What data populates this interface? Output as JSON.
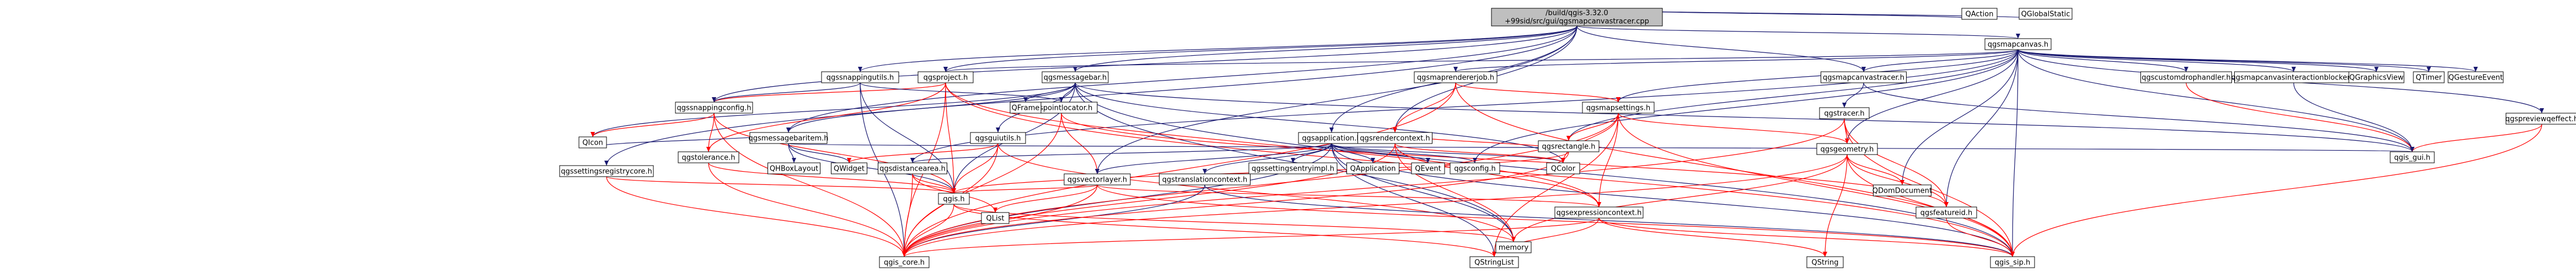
{
  "colors": {
    "root_fill": "#bfbfbf",
    "node_fill": "#ffffff",
    "node_border": "#000000",
    "linked_border": "#ff0000",
    "dep_border": "#bfbfbf",
    "edge_default": "#191970",
    "edge_red": "#ff0000"
  },
  "graph": {
    "nodes": [
      {
        "id": "root",
        "label": "/build/qgis-3.32.0+99sid/src/gui/qgsmapcanvastracer.cpp",
        "kind": "root"
      },
      {
        "id": "qgsmapcanvas_h",
        "label": "qgsmapcanvas.h",
        "kind": "plain"
      },
      {
        "id": "qaction",
        "label": "QAction",
        "kind": "dep"
      },
      {
        "id": "qglobalstatic",
        "label": "QGlobalStatic",
        "kind": "dep"
      },
      {
        "id": "qgsproject_h",
        "label": "qgsproject.h",
        "kind": "linked"
      },
      {
        "id": "qgsmessagebar_h",
        "label": "qgsmessagebar.h",
        "kind": "plain"
      },
      {
        "id": "qgssnappingutils_h",
        "label": "qgssnappingutils.h",
        "kind": "plain"
      },
      {
        "id": "qgsmaprendererjob_h",
        "label": "qgsmaprendererjob.h",
        "kind": "linked"
      },
      {
        "id": "qgsmapcanvastracer_h",
        "label": "qgsmapcanvastracer.h",
        "kind": "plain"
      },
      {
        "id": "qgscustomdrophandler_h",
        "label": "qgscustomdrophandler.h",
        "kind": "linked"
      },
      {
        "id": "qgsmapcanvasinteractionblocker_h",
        "label": "qgsmapcanvasinteractionblocker.h",
        "kind": "plain"
      },
      {
        "id": "qgraphicsview",
        "label": "QGraphicsView",
        "kind": "dep"
      },
      {
        "id": "qtimer",
        "label": "QTimer",
        "kind": "dep"
      },
      {
        "id": "qgestureevent",
        "label": "QGestureEvent",
        "kind": "dep"
      },
      {
        "id": "qgspreviewqeffect_h",
        "label": "qgspreviewqeffect.h",
        "kind": "linked"
      },
      {
        "id": "qgssnappingconfig_h",
        "label": "qgssnappingconfig.h",
        "kind": "linked"
      },
      {
        "id": "qgspointlocator_h",
        "label": "qgspointlocator.h",
        "kind": "linked"
      },
      {
        "id": "qgsmessagebaritem_h",
        "label": "qgsmessagebaritem.h",
        "kind": "plain"
      },
      {
        "id": "qframe",
        "label": "QFrame",
        "kind": "dep"
      },
      {
        "id": "qgsguiutils_h",
        "label": "qgsguiutils.h",
        "kind": "linked"
      },
      {
        "id": "qgsapplication_h",
        "label": "qgsapplication.h",
        "kind": "plain"
      },
      {
        "id": "qgsrendercontext_h",
        "label": "qgsrendercontext.h",
        "kind": "linked"
      },
      {
        "id": "qgsmapsettings_h",
        "label": "qgsmapsettings.h",
        "kind": "linked"
      },
      {
        "id": "qgstracer_h",
        "label": "qgstracer.h",
        "kind": "linked"
      },
      {
        "id": "qgsgeometry_h",
        "label": "qgsgeometry.h",
        "kind": "linked"
      },
      {
        "id": "qgsvectorlayer_h",
        "label": "qgsvectorlayer.h",
        "kind": "linked"
      },
      {
        "id": "qgsdistancearea_h",
        "label": "qgsdistancearea.h",
        "kind": "linked"
      },
      {
        "id": "qgstranslationcontext_h",
        "label": "qgstranslationcontext.h",
        "kind": "plain"
      },
      {
        "id": "qgssettingsentryimpl_h",
        "label": "qgssettingsentryimpl.h",
        "kind": "linked"
      },
      {
        "id": "qapplication",
        "label": "QApplication",
        "kind": "dep"
      },
      {
        "id": "qevent",
        "label": "QEvent",
        "kind": "dep"
      },
      {
        "id": "qgsconfig_h",
        "label": "qgsconfig.h",
        "kind": "dep"
      },
      {
        "id": "qcolor",
        "label": "QColor",
        "kind": "dep"
      },
      {
        "id": "qgsrectangle_h",
        "label": "qgsrectangle.h",
        "kind": "linked"
      },
      {
        "id": "qgssettingsregistrycore_h",
        "label": "qgssettingsregistrycore.h",
        "kind": "linked"
      },
      {
        "id": "qgstolerance_h",
        "label": "qgstolerance.h",
        "kind": "linked"
      },
      {
        "id": "qhboxlayout",
        "label": "QHBoxLayout",
        "kind": "dep"
      },
      {
        "id": "qwidget",
        "label": "QWidget",
        "kind": "dep"
      },
      {
        "id": "qicon",
        "label": "QIcon",
        "kind": "dep"
      },
      {
        "id": "qgis_h",
        "label": "qgis.h",
        "kind": "linked"
      },
      {
        "id": "qlist",
        "label": "QList",
        "kind": "dep"
      },
      {
        "id": "qgsexpressioncontext_h",
        "label": "qgsexpressioncontext.h",
        "kind": "linked"
      },
      {
        "id": "qgsfeatureid_h",
        "label": "qgsfeatureid.h",
        "kind": "linked"
      },
      {
        "id": "qdomdocument",
        "label": "QDomDocument",
        "kind": "dep"
      },
      {
        "id": "qgis_gui_h",
        "label": "qgis_gui.h",
        "kind": "dep"
      },
      {
        "id": "qgis_core_h",
        "label": "qgis_core.h",
        "kind": "dep"
      },
      {
        "id": "qstringlist",
        "label": "QStringList",
        "kind": "dep"
      },
      {
        "id": "memory",
        "label": "memory",
        "kind": "dep"
      },
      {
        "id": "qstring",
        "label": "QString",
        "kind": "dep"
      },
      {
        "id": "qgis_sip_h",
        "label": "qgis_sip.h",
        "kind": "dep"
      }
    ],
    "edges": [
      [
        "root",
        "qgsmapcanvas_h"
      ],
      [
        "root",
        "qaction"
      ],
      [
        "root",
        "qglobalstatic"
      ],
      [
        "root",
        "qgsproject_h"
      ],
      [
        "root",
        "qgsmessagebar_h"
      ],
      [
        "root",
        "qgssnappingutils_h"
      ],
      [
        "root",
        "qgsmapcanvastracer_h"
      ],
      [
        "root",
        "qgsapplication_h"
      ],
      [
        "root",
        "qgsrendercontext_h"
      ],
      [
        "root",
        "qgsmessagebaritem_h"
      ],
      [
        "root",
        "qgssnappingconfig_h"
      ],
      [
        "root",
        "qgsvectorlayer_h"
      ],
      [
        "root",
        "qgssettingsregistrycore_h"
      ],
      [
        "qgsmapcanvas_h",
        "qgsproject_h"
      ],
      [
        "qgsmapcanvas_h",
        "qgsmaprendererjob_h"
      ],
      [
        "qgsmapcanvas_h",
        "qgsmapcanvastracer_h"
      ],
      [
        "qgsmapcanvas_h",
        "qgscustomdrophandler_h"
      ],
      [
        "qgsmapcanvas_h",
        "qgsmapcanvasinteractionblocker_h"
      ],
      [
        "qgsmapcanvas_h",
        "qgraphicsview"
      ],
      [
        "qgsmapcanvas_h",
        "qtimer"
      ],
      [
        "qgsmapcanvas_h",
        "qgestureevent"
      ],
      [
        "qgsmapcanvas_h",
        "qgspreviewqeffect_h"
      ],
      [
        "qgsmapcanvas_h",
        "qgsmapsettings_h"
      ],
      [
        "qgsmapcanvas_h",
        "qgsgeometry_h"
      ],
      [
        "qgsmapcanvas_h",
        "qgsrectangle_h"
      ],
      [
        "qgsmapcanvas_h",
        "qgsdistancearea_h"
      ],
      [
        "qgsmapcanvas_h",
        "qgsconfig_h"
      ],
      [
        "qgsmapcanvas_h",
        "qgis_gui_h"
      ],
      [
        "qgsmapcanvas_h",
        "qgis_sip_h"
      ],
      [
        "qgsmapcanvas_h",
        "qdomdocument"
      ],
      [
        "qgsmapcanvas_h",
        "qgsfeatureid_h"
      ],
      [
        "qgsproject_h",
        "qgssnappingconfig_h"
      ],
      [
        "qgsproject_h",
        "qgis_core_h"
      ],
      [
        "qgsproject_h",
        "qgis_sip_h"
      ],
      [
        "qgsproject_h",
        "qgsexpressioncontext_h"
      ],
      [
        "qgsproject_h",
        "qgstolerance_h"
      ],
      [
        "qgsproject_h",
        "qgis_h"
      ],
      [
        "qgsmessagebar_h",
        "qgsmessagebaritem_h"
      ],
      [
        "qgsmessagebar_h",
        "qframe"
      ],
      [
        "qgsmessagebar_h",
        "qgsguiutils_h"
      ],
      [
        "qgsmessagebar_h",
        "qgspointlocator_h"
      ],
      [
        "qgsmessagebar_h",
        "qicon"
      ],
      [
        "qgsmessagebar_h",
        "qgis_gui_h"
      ],
      [
        "qgsmessagebar_h",
        "qgis_h"
      ],
      [
        "qgsmessagebar_h",
        "memory"
      ],
      [
        "qgsmessagebar_h",
        "qcolor"
      ],
      [
        "qgsmessagebar_h",
        "qgis_sip_h"
      ],
      [
        "qgssnappingutils_h",
        "qgssnappingconfig_h"
      ],
      [
        "qgssnappingutils_h",
        "qgspointlocator_h"
      ],
      [
        "qgssnappingutils_h",
        "qgis_core_h"
      ],
      [
        "qgssnappingutils_h",
        "qgis_h"
      ],
      [
        "qgsmaprendererjob_h",
        "qgsrendercontext_h"
      ],
      [
        "qgsmaprendererjob_h",
        "qgsmapsettings_h"
      ],
      [
        "qgsmaprendererjob_h",
        "qgis_core_h"
      ],
      [
        "qgsmaprendererjob_h",
        "qgis_sip_h"
      ],
      [
        "qgsmapcanvastracer_h",
        "qgstracer_h"
      ],
      [
        "qgsmapcanvastracer_h",
        "qgis_gui_h"
      ],
      [
        "qgscustomdrophandler_h",
        "qgis_gui_h"
      ],
      [
        "qgsmapcanvasinteractionblocker_h",
        "qgis_gui_h"
      ],
      [
        "qgspreviewqeffect_h",
        "qgis_gui_h"
      ],
      [
        "qgspreviewqeffect_h",
        "qgis_sip_h"
      ],
      [
        "qgssnappingconfig_h",
        "qgis_core_h"
      ],
      [
        "qgssnappingconfig_h",
        "qgis_h"
      ],
      [
        "qgssnappingconfig_h",
        "qgstolerance_h"
      ],
      [
        "qgssnappingconfig_h",
        "qicon"
      ],
      [
        "qgspointlocator_h",
        "qgsfeatureid_h"
      ],
      [
        "qgspointlocator_h",
        "qgis_core_h"
      ],
      [
        "qgspointlocator_h",
        "qgsvectorlayer_h"
      ],
      [
        "qgsmessagebaritem_h",
        "qhboxlayout"
      ],
      [
        "qgsmessagebaritem_h",
        "qwidget"
      ],
      [
        "qgsmessagebaritem_h",
        "qicon"
      ],
      [
        "qgsmessagebaritem_h",
        "qgis_h"
      ],
      [
        "qgsmessagebaritem_h",
        "qgis_gui_h"
      ],
      [
        "qgsguiutils_h",
        "qwidget"
      ],
      [
        "qgsguiutils_h",
        "qgis_h"
      ],
      [
        "qgsguiutils_h",
        "qgis_core_h"
      ],
      [
        "qgsguiutils_h",
        "memory"
      ],
      [
        "qgsapplication_h",
        "qgsvectorlayer_h"
      ],
      [
        "qgsapplication_h",
        "qgsdistancearea_h"
      ],
      [
        "qgsapplication_h",
        "qgstranslationcontext_h"
      ],
      [
        "qgsapplication_h",
        "qgssettingsentryimpl_h"
      ],
      [
        "qgsapplication_h",
        "qapplication"
      ],
      [
        "qgsapplication_h",
        "qevent"
      ],
      [
        "qgsapplication_h",
        "qgsconfig_h"
      ],
      [
        "qgsapplication_h",
        "qcolor"
      ],
      [
        "qgsapplication_h",
        "qgis_core_h"
      ],
      [
        "qgsapplication_h",
        "qstringlist"
      ],
      [
        "qgsapplication_h",
        "memory"
      ],
      [
        "qgsapplication_h",
        "qgis_sip_h"
      ],
      [
        "qgsrendercontext_h",
        "qgsrectangle_h"
      ],
      [
        "qgsrendercontext_h",
        "qgsexpressioncontext_h"
      ],
      [
        "qgsrendercontext_h",
        "qcolor"
      ],
      [
        "qgsrendercontext_h",
        "qgis_core_h"
      ],
      [
        "qgsrendercontext_h",
        "memory"
      ],
      [
        "qgsmapsettings_h",
        "qgsrectangle_h"
      ],
      [
        "qgsmapsettings_h",
        "qgsgeometry_h"
      ],
      [
        "qgsmapsettings_h",
        "qgsexpressioncontext_h"
      ],
      [
        "qgsmapsettings_h",
        "qcolor"
      ],
      [
        "qgsmapsettings_h",
        "qgis_core_h"
      ],
      [
        "qgsmapsettings_h",
        "qstringlist"
      ],
      [
        "qgsmapsettings_h",
        "qgis_sip_h"
      ],
      [
        "qgstracer_h",
        "qgsgeometry_h"
      ],
      [
        "qgstracer_h",
        "qgsfeatureid_h"
      ],
      [
        "qgstracer_h",
        "qgis_core_h"
      ],
      [
        "qgstracer_h",
        "qgis_sip_h"
      ],
      [
        "qgsgeometry_h",
        "qgsfeatureid_h"
      ],
      [
        "qgsgeometry_h",
        "qdomdocument"
      ],
      [
        "qgsgeometry_h",
        "qgis_core_h"
      ],
      [
        "qgsgeometry_h",
        "qgis_sip_h"
      ],
      [
        "qgsgeometry_h",
        "qstring"
      ],
      [
        "qgsgeometry_h",
        "memory"
      ],
      [
        "qgsvectorlayer_h",
        "qgis_h"
      ],
      [
        "qgsvectorlayer_h",
        "qlist"
      ],
      [
        "qgsvectorlayer_h",
        "qgis_core_h"
      ],
      [
        "qgsvectorlayer_h",
        "qgsexpressioncontext_h"
      ],
      [
        "qgsvectorlayer_h",
        "qgis_sip_h"
      ],
      [
        "qgsdistancearea_h",
        "qgis_h"
      ],
      [
        "qgsdistancearea_h",
        "qlist"
      ],
      [
        "qgsdistancearea_h",
        "qgis_core_h"
      ],
      [
        "qgstranslationcontext_h",
        "qgis_core_h"
      ],
      [
        "qgstranslationcontext_h",
        "qgis_sip_h"
      ],
      [
        "qgsrectangle_h",
        "qgis_core_h"
      ],
      [
        "qgsrectangle_h",
        "qgis_h"
      ],
      [
        "qgssettingsregistrycore_h",
        "qgis_core_h"
      ],
      [
        "qgssettingsregistrycore_h",
        "qgis_h"
      ],
      [
        "qgstolerance_h",
        "qgis_core_h"
      ],
      [
        "qgstolerance_h",
        "qgis_h"
      ],
      [
        "qgis_h",
        "qgis_core_h"
      ],
      [
        "qgis_h",
        "qstringlist"
      ],
      [
        "qgis_h",
        "memory"
      ],
      [
        "qgsexpressioncontext_h",
        "qgis_core_h"
      ],
      [
        "qgsexpressioncontext_h",
        "qstringlist"
      ],
      [
        "qgsexpressioncontext_h",
        "qstring"
      ],
      [
        "qgsexpressioncontext_h",
        "qgis_sip_h"
      ],
      [
        "qgsfeatureid_h",
        "qgis_sip_h"
      ]
    ]
  }
}
